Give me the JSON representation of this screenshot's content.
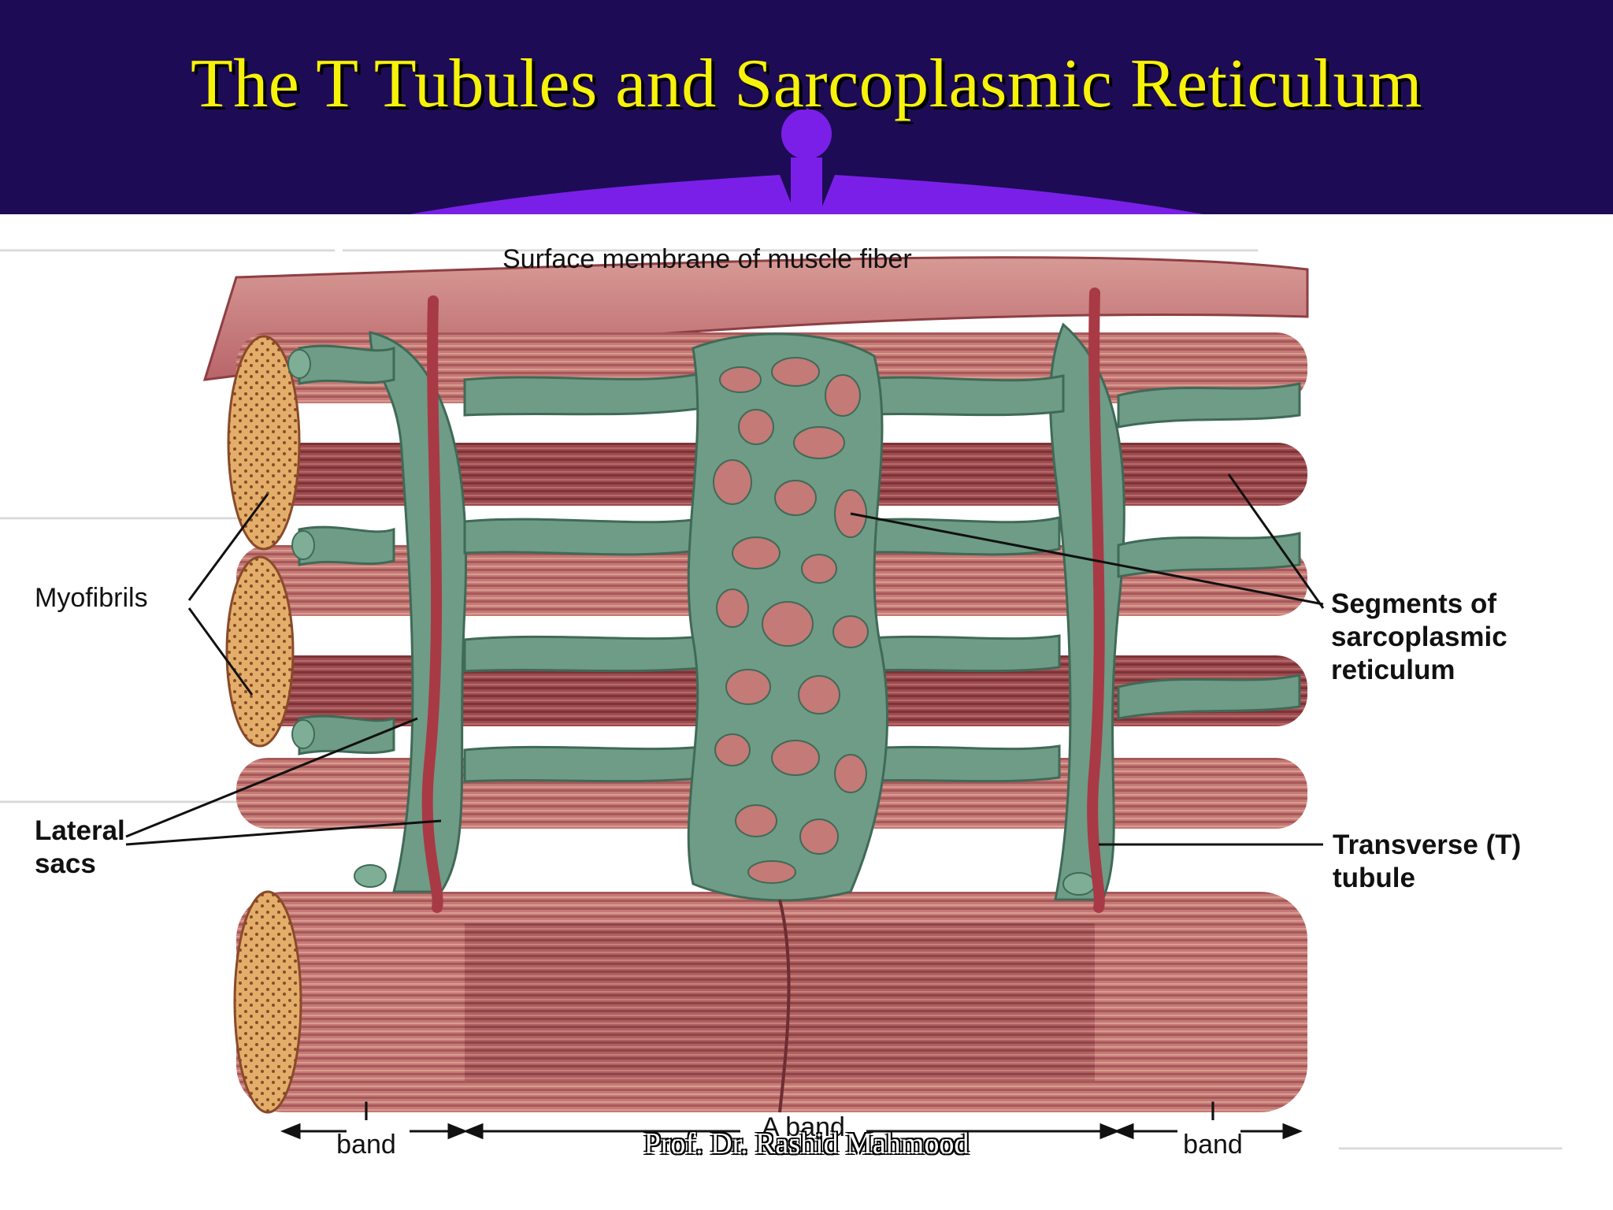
{
  "slide": {
    "title": "The T Tubules and Sarcoplasmic Reticulum",
    "credit": "Prof. Dr. Rashid Mahmood"
  },
  "figure": {
    "labels": {
      "surface_membrane": "Surface membrane of muscle fiber",
      "myofibrils": "Myofibrils",
      "lateral_sacs": "Lateral sacs",
      "segments_sr": "Segments of sarcoplasmic reticulum",
      "transverse_tubule": "Transverse (T) tubule",
      "i_band_left_top": "I",
      "i_band_left_bottom": "band",
      "a_band": "A band",
      "i_band_right_top": "I",
      "i_band_right_bottom": "band"
    }
  },
  "colors": {
    "header_bg": "#1d0c55",
    "header_emblem": "#7a1fe8",
    "title_text": "#f7f209",
    "myofibril": "#b9626a",
    "reticulum": "#6f9c86",
    "t_tubule": "#a83a45"
  }
}
